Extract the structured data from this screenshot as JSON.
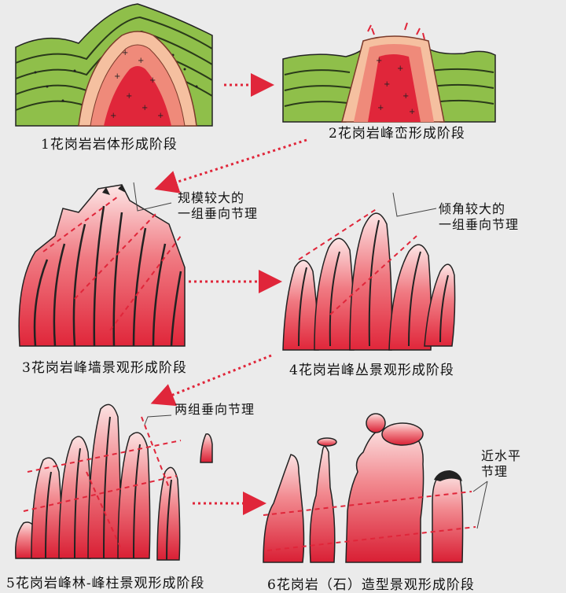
{
  "stages": [
    {
      "id": 1,
      "caption": "1花岗岩岩体形成阶段"
    },
    {
      "id": 2,
      "caption": "2花岗岩峰峦形成阶段"
    },
    {
      "id": 3,
      "caption": "3花岗岩峰墙景观形成阶段"
    },
    {
      "id": 4,
      "caption": "4花岗岩峰丛景观形成阶段"
    },
    {
      "id": 5,
      "caption": "5花岗岩峰林-峰柱景观形成阶段"
    },
    {
      "id": 6,
      "caption": "6花岗岩（石）造型景观形成阶段"
    }
  ],
  "annotations": {
    "stage3_joints": [
      "规模较大的",
      "一组垂向节理"
    ],
    "stage4_joints": [
      "倾角较大的",
      "一组垂向节理"
    ],
    "stage5_joints": "两组垂向节理",
    "stage6_joints": [
      "近水平",
      "节理"
    ]
  },
  "colors": {
    "background": "#ebebeb",
    "strata": "#8fbf4a",
    "granite_core": "#e0263a",
    "granite_mid": "#ef8a7a",
    "granite_outer": "#f5c0a0",
    "arrow": "#e0263a"
  }
}
